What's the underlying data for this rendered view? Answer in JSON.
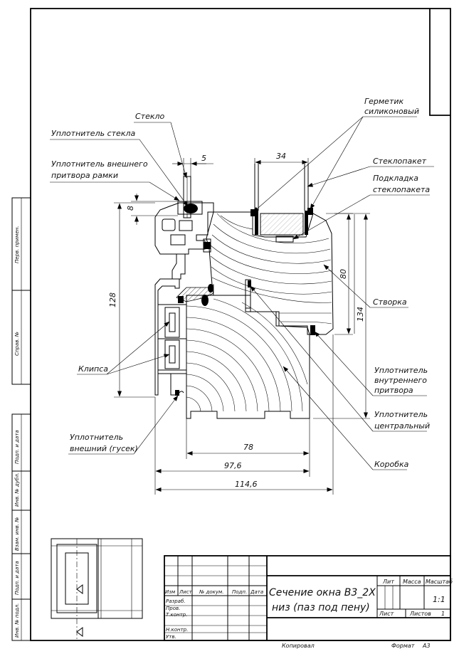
{
  "labels": {
    "germetik_l1": "Герметик",
    "germetik_l2": "силиконовый",
    "steklo": "Стекло",
    "uplotnitel_stekla": "Уплотнитель стекла",
    "uplotnitel_vneshn_l1": "Уплотнитель внешнего",
    "uplotnitel_vneshn_l2": "притвора рамки",
    "steklopaket": "Стеклопакет",
    "podkladka_l1": "Подкладка",
    "podkladka_l2": "стеклопакета",
    "stvorka": "Створка",
    "klipsa": "Клипса",
    "uplotnitel_vnutr_l1": "Уплотнитель",
    "uplotnitel_vnutr_l2": "внутреннего",
    "uplotnitel_vnutr_l3": "притвора",
    "uplotnitel_centr_l1": "Уплотнитель",
    "uplotnitel_centr_l2": "центральный",
    "uplotnitel_gusek_l1": "Уплотнитель",
    "uplotnitel_gusek_l2": "внешний (гусек)",
    "korobka": "Коробка"
  },
  "dimensions": {
    "d5": "5",
    "d34": "34",
    "d8": "8",
    "d128": "128",
    "d80": "80",
    "d134": "134",
    "d78": "78",
    "d97_6": "97,6",
    "d114_6": "114,6"
  },
  "side_stamps": {
    "perv_primen": "Перв. примен.",
    "sprav_no": "Справ. №",
    "podp_data_1": "Подп. и дата",
    "inv_dubl": "Инв. № дубл.",
    "vzam_inv": "Взам. инв. №",
    "podp_data_2": "Подп. и дата",
    "inv_podl": "Инв. № подл."
  },
  "title_block": {
    "izm": "Изм",
    "list": "Лист",
    "no_dokum": "№ докум.",
    "podp": "Подп.",
    "data": "Дата",
    "razrab": "Разраб.",
    "prov": "Пров.",
    "t_kontr": "Т.контр.",
    "n_kontr": "Н.контр.",
    "utv": "Утв.",
    "title_l1": "Сечение окна В3_2Х",
    "title_l2": "низ (паз под пену)",
    "lit": "Лит",
    "massa": "Масса",
    "masshtab": "Масштаб",
    "scale_value": "1:1",
    "list_label": "Лист",
    "listov_label": "Листов",
    "listov_value": "1"
  },
  "footer": {
    "kopiroval": "Копировал",
    "format": "Формат",
    "format_value": "А3"
  }
}
